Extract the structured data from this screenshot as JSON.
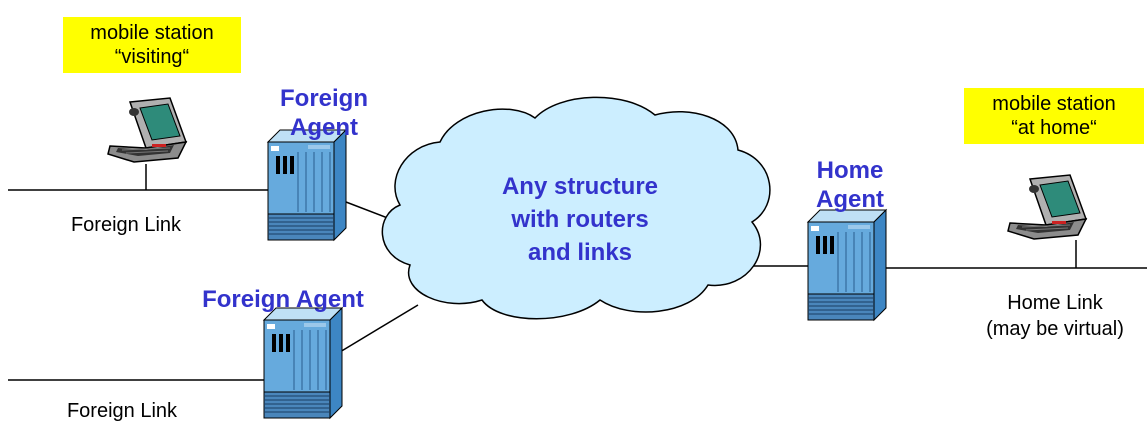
{
  "notes": {
    "visiting": {
      "line1": "mobile station",
      "line2": "“visiting“"
    },
    "at_home": {
      "line1": "mobile station",
      "line2": "“at home“"
    }
  },
  "agents": {
    "foreign_top": {
      "line1": "Foreign",
      "line2": "Agent"
    },
    "foreign_bottom": {
      "line1": "Foreign Agent"
    },
    "home": {
      "line1": "Home",
      "line2": "Agent"
    }
  },
  "cloud": {
    "line1": "Any structure",
    "line2": "with routers",
    "line3": "and links"
  },
  "links": {
    "foreign_top": "Foreign Link",
    "foreign_bottom": "Foreign Link",
    "home_line1": "Home Link",
    "home_line2": "(may be virtual)"
  },
  "colors": {
    "note_bg": "#ffff00",
    "agent_text": "#3333cc",
    "cloud_fill": "#cceeff",
    "router_fill": "#66aadd"
  },
  "icons": [
    "laptop-icon",
    "router-icon",
    "cloud-shape"
  ]
}
